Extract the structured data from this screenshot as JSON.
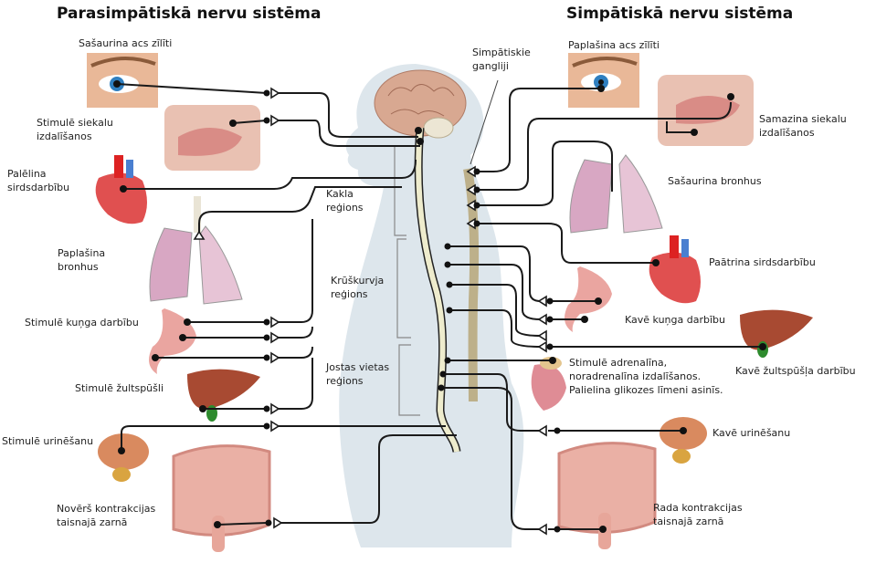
{
  "titles": {
    "parasympathetic": "Parasimpātiskā nervu sistēma",
    "sympathetic": "Simpātiskā nervu sistēma"
  },
  "center": {
    "ganglia_label": "Simpātiskie\ngangliji",
    "regions": [
      {
        "label": "Kakla\nreģions"
      },
      {
        "label": "Krūškurvja\nreģions"
      },
      {
        "label": "Jostas vietas\nreģions"
      }
    ]
  },
  "parasympathetic": {
    "effects": [
      {
        "organ": "eye",
        "label": "Sašaurina acs zīlīti"
      },
      {
        "organ": "salivary-glands",
        "label": "Stimulē siekalu\nizdalīšanos"
      },
      {
        "organ": "heart",
        "label": "Palēlina\nsirdsdarbību"
      },
      {
        "organ": "lungs",
        "label": "Paplašina\nbronhus"
      },
      {
        "organ": "stomach",
        "label": "Stimulē kuņga darbību"
      },
      {
        "organ": "liver-gallbladder",
        "label": "Stimulē žultspūšli"
      },
      {
        "organ": "bladder",
        "label": "Stimulē urinēšanu"
      },
      {
        "organ": "intestine",
        "label": "Novērš kontrakcijas\ntaisnajā zarnā"
      }
    ]
  },
  "sympathetic": {
    "effects": [
      {
        "organ": "eye",
        "label": "Paplašina acs zīlīti"
      },
      {
        "organ": "salivary-glands",
        "label": "Samazina siekalu\nizdalīšanos"
      },
      {
        "organ": "lungs",
        "label": "Sašaurina bronhus"
      },
      {
        "organ": "heart",
        "label": "Paātrina sirdsdarbību"
      },
      {
        "organ": "stomach",
        "label": "Kavē kuņga darbību"
      },
      {
        "organ": "liver-gallbladder",
        "label": "Kavē žultspūšļa darbību"
      },
      {
        "organ": "adrenal-kidney",
        "label": "Stimulē adrenalīna,\nnoradrenalīna izdalīšanos.\nPalielina glikozes līmeni asinīs."
      },
      {
        "organ": "bladder",
        "label": "Kavē urinēšanu"
      },
      {
        "organ": "intestine",
        "label": "Rada kontrakcijas\ntaisnajā zarnā"
      }
    ]
  }
}
